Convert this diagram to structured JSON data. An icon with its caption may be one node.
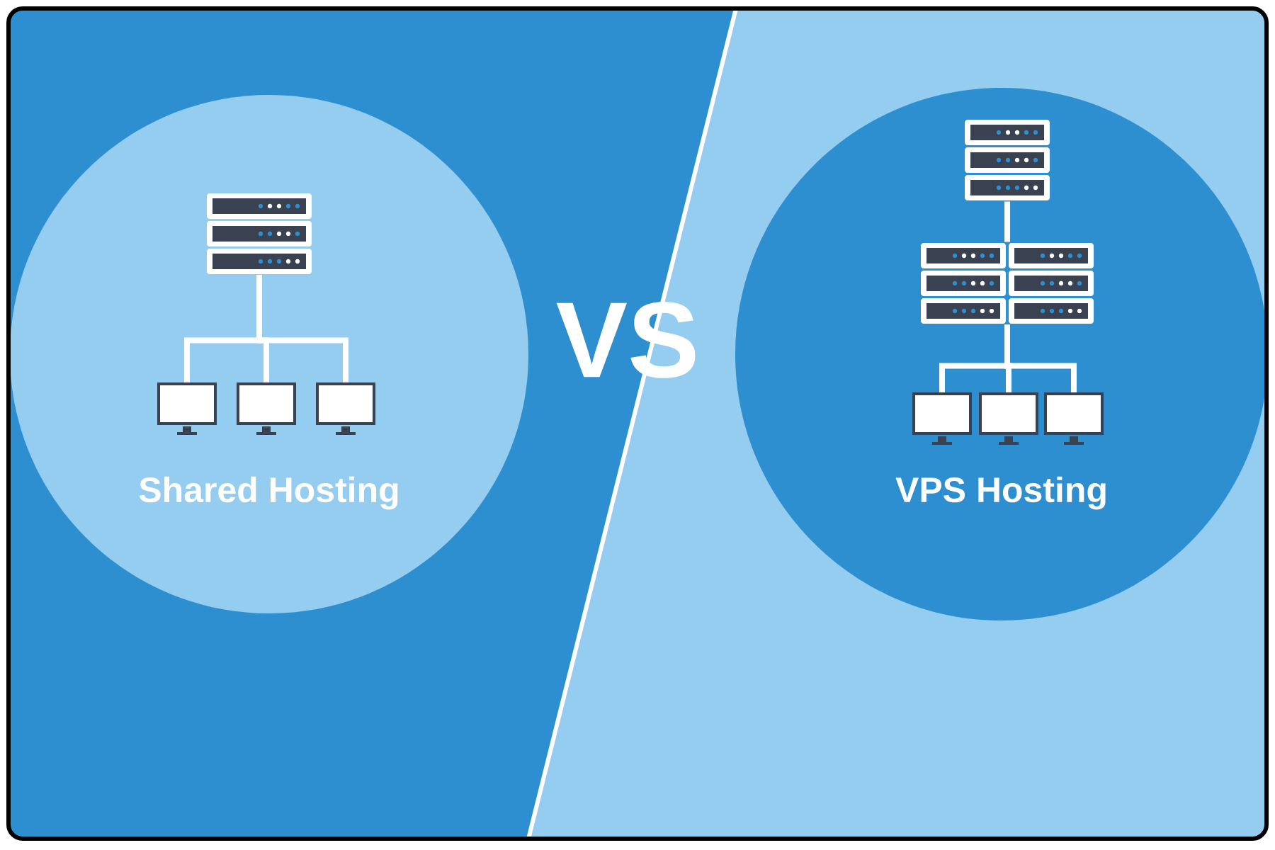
{
  "diagram": {
    "nodes": [
      {
        "text": [
          "Shared Hosting"
        ]
      },
      {
        "text": [],
        "shape": "server",
        "in": 0
      },
      {
        "text": [],
        "shape": "monitor",
        "in": 0
      },
      {
        "text": [],
        "shape": "monitor",
        "in": 0
      },
      {
        "text": [],
        "shape": "monitor",
        "in": 0
      },
      {
        "text": [
          "VPS Hosting"
        ]
      },
      {
        "text": [],
        "shape": "server",
        "in": 5
      },
      {
        "text": [],
        "shape": "server",
        "in": 5
      },
      {
        "text": [],
        "shape": "monitor",
        "in": 5
      },
      {
        "text": [],
        "shape": "monitor",
        "in": 5
      },
      {
        "text": [],
        "shape": "monitor",
        "in": 5
      }
    ],
    "edges": [
      {
        "from": 1,
        "to": 2,
        "arrow": "none"
      },
      {
        "from": 1,
        "to": 3,
        "arrow": "none"
      },
      {
        "from": 1,
        "to": 4,
        "arrow": "none"
      },
      {
        "from": 6,
        "to": 7,
        "arrow": "none"
      },
      {
        "from": 7,
        "to": 8,
        "arrow": "none"
      },
      {
        "from": 7,
        "to": 9,
        "arrow": "none"
      },
      {
        "from": 7,
        "to": 10,
        "arrow": "none"
      }
    ],
    "labels": [
      "VS"
    ]
  }
}
